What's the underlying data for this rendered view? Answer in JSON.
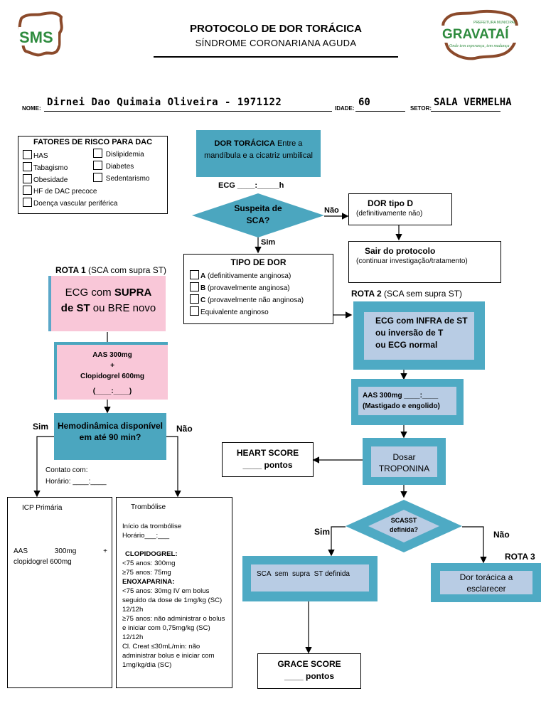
{
  "header": {
    "sms_logo": "SMS",
    "title": "PROTOCOLO DE DOR TORÁCICA",
    "subtitle": "SÍNDROME CORONARIANA AGUDA",
    "right_logo_top": "PREFEITURA MUNICIPAL",
    "right_logo": "GRAVATAÍ",
    "right_logo_tag": "Onde tem esperança, tem mudança"
  },
  "patient": {
    "nome_label": "NOME:",
    "nome_value": "Dirnei Dao Quimaia Oliveira - 1971122",
    "idade_label": "IDADE:",
    "idade_value": "60",
    "setor_label": "SETOR:",
    "setor_value": "SALA VERMELHA"
  },
  "risk": {
    "title": "FATORES DE RISCO PARA DAC",
    "items_left": [
      "HAS",
      "Tabagismo",
      "Obesidade"
    ],
    "items_right": [
      "Dislipidemia",
      "Diabetes",
      "Sedentarismo"
    ],
    "items_full": [
      "HF de DAC precoce",
      "Doença vascular periférica"
    ]
  },
  "flow": {
    "dor_toracica_bold": "DOR TORÁCICA",
    "dor_toracica_rest": " Entre a mandíbula e a cicatriz umbilical",
    "ecg_time": "ECG ____:_____h",
    "suspeita": "Suspeita de SCA?",
    "nao1": "Não",
    "sim1": "Sim",
    "dor_tipo_d": "DOR tipo D",
    "dor_tipo_d_sub": "(definitivamente não)",
    "sair": "Sair do protocolo",
    "sair_sub": "(continuar investigação/tratamento)",
    "tipo_dor_title": "TIPO DE DOR",
    "tipo_items": [
      {
        "letter": "A",
        "text": " (definitivamente anginosa)"
      },
      {
        "letter": "B",
        "text": " (provavelmente anginosa)"
      },
      {
        "letter": "C",
        "text": " (provavelmente não anginosa)"
      },
      {
        "letter": "",
        "text": "Equivalente anginoso"
      }
    ],
    "rota1": "ROTA 1",
    "rota1_sub": "(SCA com supra ST)",
    "rota1_box": "ECG com SUPRA de ST ou BRE novo",
    "rota1_box_a": "ECG com ",
    "rota1_box_b": "SUPRA",
    "rota1_box_c": "de ST",
    "rota1_box_d": " ou BRE novo",
    "aas1_l1": "AAS 300mg",
    "aas1_l2": "+",
    "aas1_l3": "Clopidogrel  600mg",
    "aas1_l4": "(____:____)",
    "hemo": "Hemodinâmica disponível em até 90 min?",
    "sim2": "Sim",
    "nao2": "Não",
    "contato": "Contato com:",
    "horario": "Horário: ____:____",
    "icp_title": "ICP Primária",
    "icp_text": "AAS       300mg       + clopidogrel 600mg",
    "tromb_title": "Trombólise",
    "tromb_lines": [
      "Início da trombólise",
      "Horário___:___",
      "",
      "CLOPIDOGREL:",
      "<75 anos: 300mg",
      "≥75 anos: 75mg",
      "ENOXAPARINA:",
      "<75 anos: 30mg IV em bolus seguido da dose de 1mg/kg (SC) 12/12h",
      "≥75 anos: não administrar o bolus e iniciar com 0,75mg/kg (SC) 12/12h",
      "Cl. Creat ≤30mL/min: não administrar bolus e iniciar com 1mg/kg/dia (SC)"
    ],
    "rota2": "ROTA 2",
    "rota2_sub": "(SCA sem supra ST)",
    "rota2_box_l1": "ECG com INFRA de ST",
    "rota2_box_l2": "ou inversão de T",
    "rota2_box_l3": "ou ECG normal",
    "aas2_l1": "AAS 300mg ____:____",
    "aas2_l2": "(Mastigado e engolido)",
    "dosar_l1": "Dosar",
    "dosar_l2": "TROPONINA",
    "heart_l1": "HEART SCORE",
    "heart_l2": "____ pontos",
    "scasst_l1": "SCASST",
    "scasst_l2": "definida?",
    "sim3": "Sim",
    "nao3": "Não",
    "rota3": "ROTA 3",
    "sca_sem": "SCA  sem  supra  ST definida",
    "dor_esc_l1": "Dor torácica a",
    "dor_esc_l2": "esclarecer",
    "grace_l1": "GRACE SCORE",
    "grace_l2": "____ pontos"
  }
}
